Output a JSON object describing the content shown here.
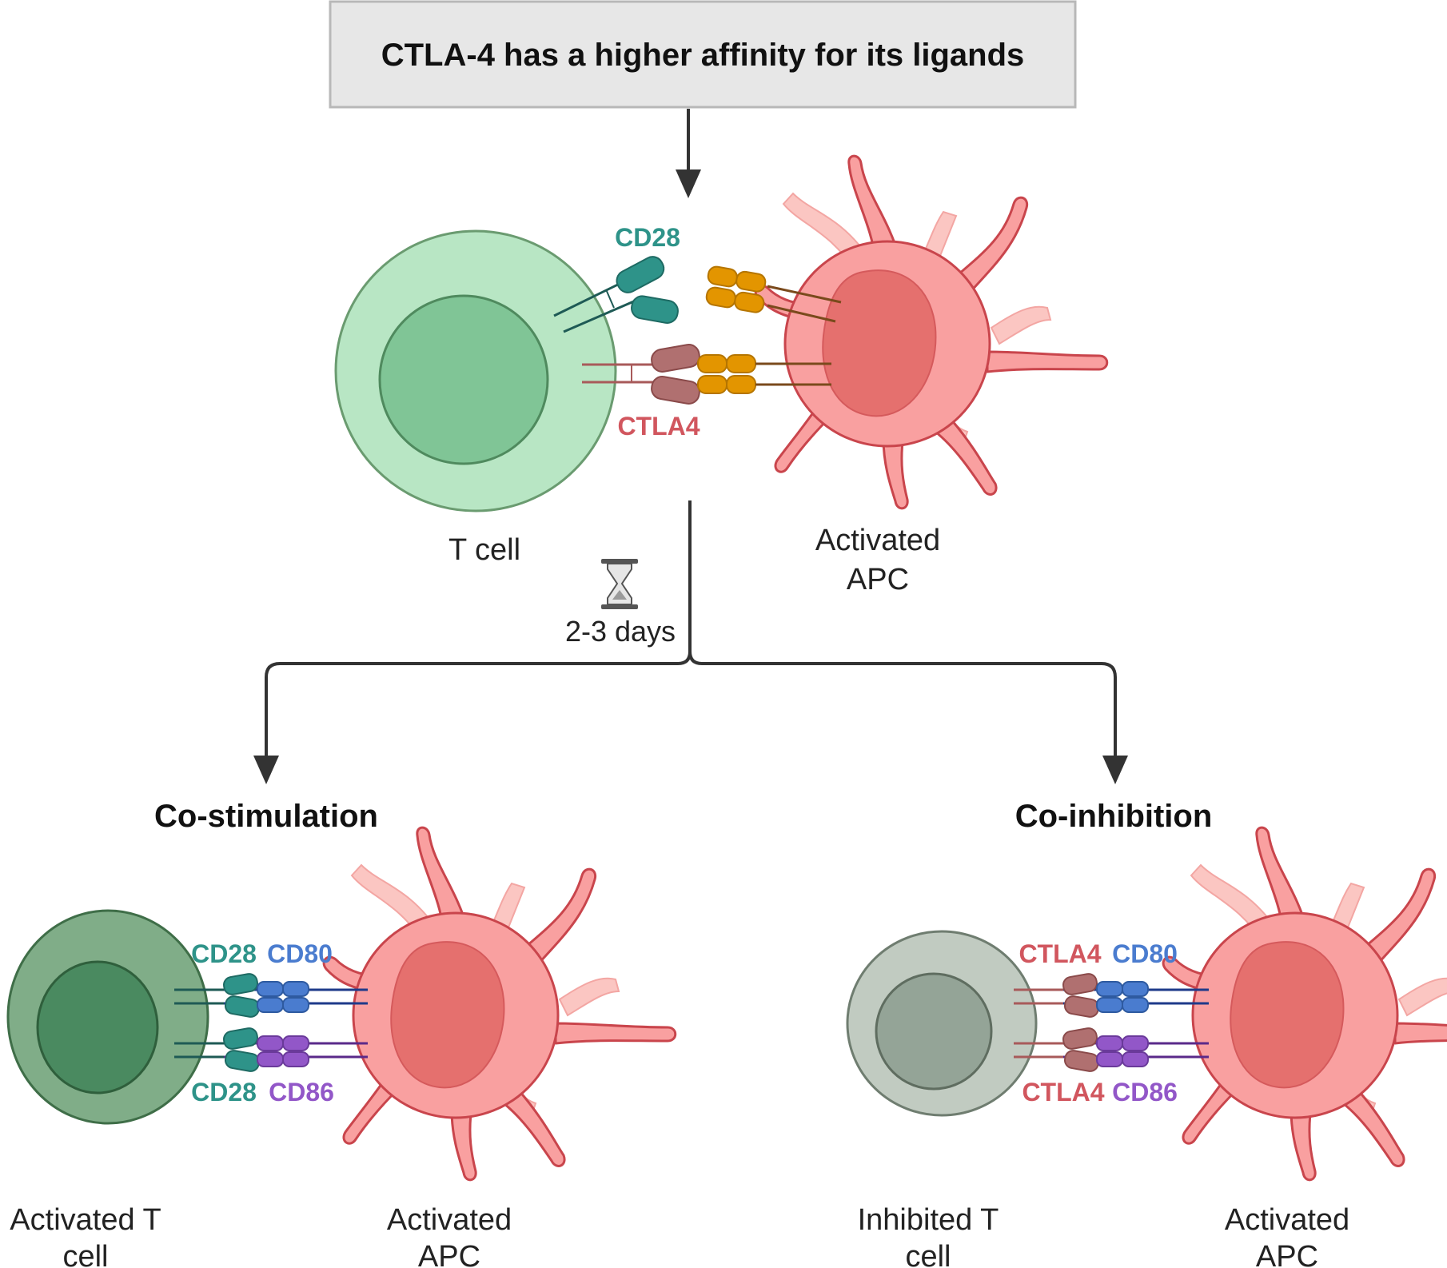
{
  "header": {
    "text": "CTLA-4 has a higher affinity for its ligands"
  },
  "top": {
    "cd28_label": "CD28",
    "ctla4_label": "CTLA4",
    "t_cell_label": "T cell",
    "apc_label_line1": "Activated",
    "apc_label_line2": "APC"
  },
  "timer": {
    "label": "2-3 days",
    "icon": "hourglass-icon"
  },
  "costim": {
    "title": "Co-stimulation",
    "cd28_top": "CD28",
    "cd80": "CD80",
    "cd28_bottom": "CD28",
    "cd86": "CD86",
    "t_cell_line1": "Activated T",
    "t_cell_line2": "cell",
    "apc_line1": "Activated",
    "apc_line2": "APC"
  },
  "coinhib": {
    "title": "Co-inhibition",
    "ctla4_top": "CTLA4",
    "cd80": "CD80",
    "ctla4_bottom": "CTLA4",
    "cd86": "CD86",
    "t_cell_line1": "Inhibited T",
    "t_cell_line2": "cell",
    "apc_line1": "Activated",
    "apc_line2": "APC"
  },
  "colors": {
    "cd28": "#2e9389",
    "ctla4": "#d1565e",
    "cd80": "#4a7ccf",
    "cd86": "#9257c8",
    "ligand": "#e39500",
    "apc": "#f9a0a0",
    "t_cell": "#b8e6c4",
    "activated_t_cell": "#80ad88",
    "inhibited_t_cell": "#c1cbc1"
  }
}
